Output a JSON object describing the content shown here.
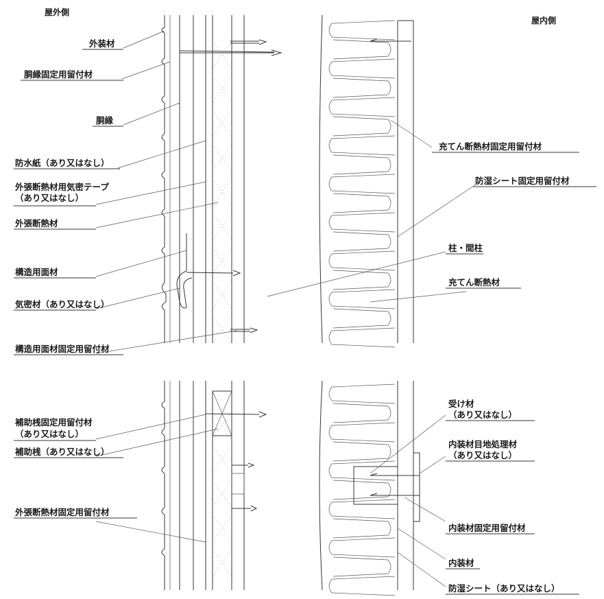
{
  "sides": {
    "outdoor": "屋外側",
    "indoor": "屋内側"
  },
  "labels": {
    "exterior_cladding": "外装材",
    "furring_fastener": "胴縁固定用留付材",
    "furring": "胴縁",
    "waterproof_paper": "防水紙（あり又はなし）",
    "airtight_tape_l1": "外張断熱材用気密テープ",
    "airtight_tape_l2": "（あり又はなし）",
    "outer_insulation": "外張断熱材",
    "structural_panel": "構造用面材",
    "airtight_material": "気密材（あり又はなし）",
    "panel_fastener": "構造用面材固定用留付材",
    "aux_batten_fastener_l1": "補助桟固定用留付材",
    "aux_batten_fastener_l2": "（あり又はなし）",
    "aux_batten": "補助桟（あり又はなし）",
    "outer_insulation_fastener": "外張断熱材固定用留付材",
    "fill_insulation_fastener": "充てん断熱材固定用留付材",
    "vapor_sheet_fastener": "防湿シート固定用留付材",
    "post_stud": "柱・間柱",
    "fill_insulation": "充てん断熱材",
    "backing_l1": "受け材",
    "backing_l2": "（あり又はなし）",
    "joint_treatment_l1": "内装材目地処理材",
    "joint_treatment_l2": "（あり又はなし）",
    "interior_fastener": "内装材固定用留付材",
    "interior_finish": "内装材",
    "vapor_sheet": "防湿シート（あり又はなし）"
  }
}
